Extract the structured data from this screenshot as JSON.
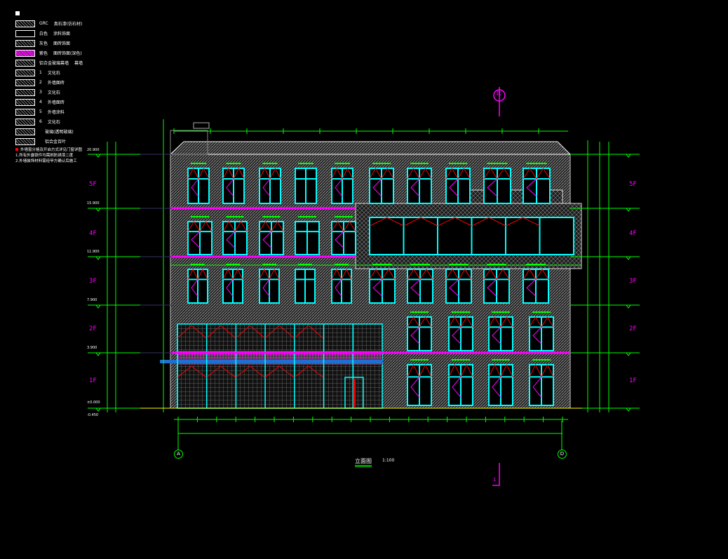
{
  "drawing": {
    "title": "立面图",
    "scale": "1:100",
    "north_label": "北",
    "section_mark": "1",
    "axes": [
      "A",
      "D"
    ],
    "floors": [
      "5F",
      "4F",
      "3F",
      "2F",
      "1F"
    ],
    "levels": [
      "20.900",
      "15.900",
      "11.900",
      "7.900",
      "3.900",
      "±0.000",
      "-0.450"
    ],
    "colors": {
      "wall": "#888888",
      "window": "#00ffff",
      "dimension": "#00ff00",
      "slab": "#ff00ff",
      "mark": "#ff0000"
    }
  },
  "legend": {
    "items": [
      {
        "code": "GRC",
        "label": "真石漆(仿石材)"
      },
      {
        "code": "白色",
        "label": "涂料饰面"
      },
      {
        "code": "灰色",
        "label": "面砖饰面"
      },
      {
        "code": "紫色",
        "label": "面砖饰面(深色)"
      },
      {
        "code": "铝合金玻璃幕墙",
        "label": "幕墙"
      },
      {
        "code": "1",
        "label": "文化石"
      },
      {
        "code": "2",
        "label": "外墙面砖"
      },
      {
        "code": "3",
        "label": "文化石"
      },
      {
        "code": "4",
        "label": "外墙面砖"
      },
      {
        "code": "5",
        "label": "外墙涂料"
      },
      {
        "code": "6",
        "label": "文化石"
      },
      {
        "code": "",
        "label": "玻璃(透明玻璃)"
      },
      {
        "code": "",
        "label": "铝合金百叶"
      }
    ],
    "notes": [
      "外墙窗分格及开启方式详见门窗详图",
      "1.所有外露铁件均需刷防锈漆二度",
      "2.外墙装饰材料需经甲方确认后施工"
    ]
  }
}
